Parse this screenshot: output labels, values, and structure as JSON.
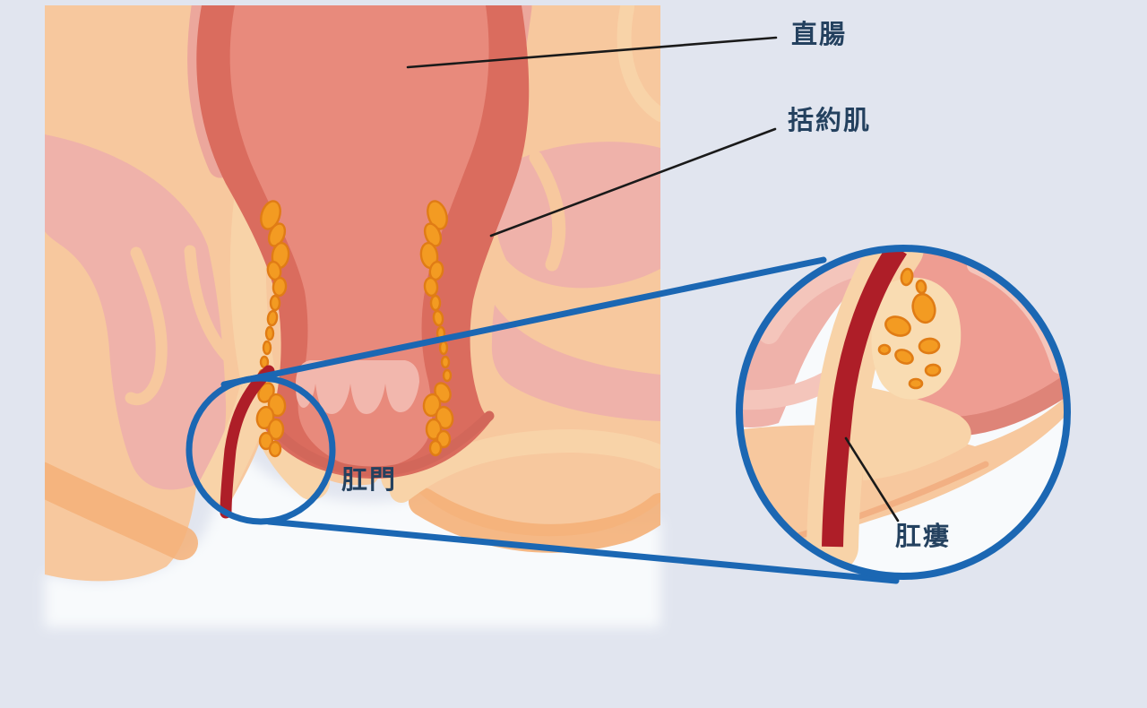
{
  "figure": {
    "type": "medical-illustration",
    "subject": "Anal fistula anatomy cross-section with magnified inset",
    "language": "zh-Hant"
  },
  "labels": {
    "rectum": "直腸",
    "sphincter": "括約肌",
    "anus": "肛門",
    "fistula": "肛瘻"
  },
  "palette": {
    "bg": "#e1e5ef",
    "glow": "#f8fafc",
    "skin": "#f7c89e",
    "skin_shade": "#f4b078",
    "skin_rim": "#f2b083",
    "pink": "#efb2aa",
    "pink_deep": "#eca79c",
    "pink_light": "#f4c5bb",
    "wall": "#da6c5e",
    "lumen": "#e88a7c",
    "lumen_pale": "#f2b7ad",
    "rim": "#d2675a",
    "cream": "#f8d3a8",
    "cream_light": "#f9dcb2",
    "fat": "#f39b22",
    "fat_dark": "#e07c15",
    "fistula": "#ae1e28",
    "muscle": "#ee9d92",
    "rose": "#de8478",
    "blue": "#1b67b3",
    "line": "#1a1a1a",
    "label": "#24415f"
  }
}
